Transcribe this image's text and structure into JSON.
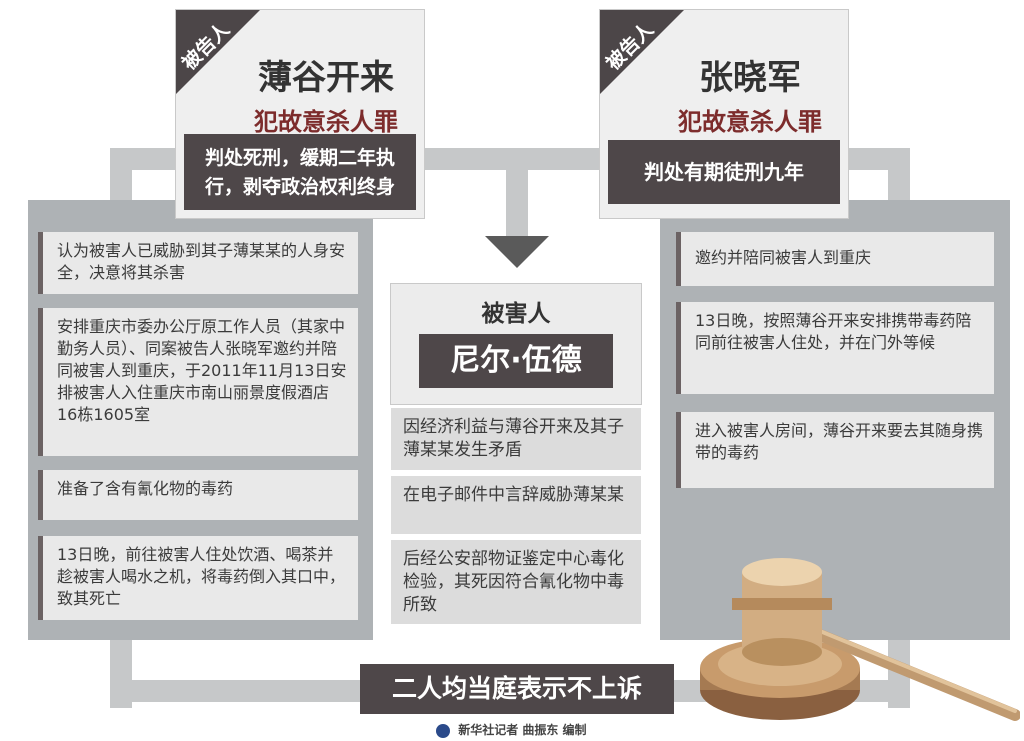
{
  "left": {
    "tag": "被告人",
    "name": "薄谷开来",
    "crime": "犯故意杀人罪",
    "sentence_line1": "判处死刑，缓期二年执",
    "sentence_line2": "行，剥夺政治权利终身",
    "items": [
      "认为被害人已威胁到其子薄某某的人身安全，决意将其杀害",
      "安排重庆市委办公厅原工作人员（其家中勤务人员）、同案被告人张晓军邀约并陪同被害人到重庆，于2011年11月13日安排被害人入住重庆市南山丽景度假酒店16栋1605室",
      "准备了含有氰化物的毒药",
      "13日晚，前往被害人住处饮酒、喝茶并趁被害人喝水之机，将毒药倒入其口中，致其死亡"
    ]
  },
  "right": {
    "tag": "被告人",
    "name": "张晓军",
    "crime": "犯故意杀人罪",
    "sentence": "判处有期徒刑九年",
    "items": [
      "邀约并陪同被害人到重庆",
      "13日晚，按照薄谷开来安排携带毒药陪同前往被害人住处，并在门外等候",
      "进入被害人房间，薄谷开来要去其随身携带的毒药"
    ]
  },
  "center": {
    "label": "被害人",
    "name": "尼尔·伍德",
    "items": [
      "因经济利益与薄谷开来及其子薄某某发生矛盾",
      "在电子邮件中言辞威胁薄某某",
      "后经公安部物证鉴定中心毒化检验，其死因符合氰化物中毒所致"
    ]
  },
  "footer": {
    "banner": "二人均当庭表示不上诉",
    "credit": "新华社记者 曲振东 编制"
  },
  "colors": {
    "dark": "#4e4749",
    "panel": "#aeb2b5",
    "frame": "#c6c8c9",
    "crime": "#7d2c2c"
  }
}
